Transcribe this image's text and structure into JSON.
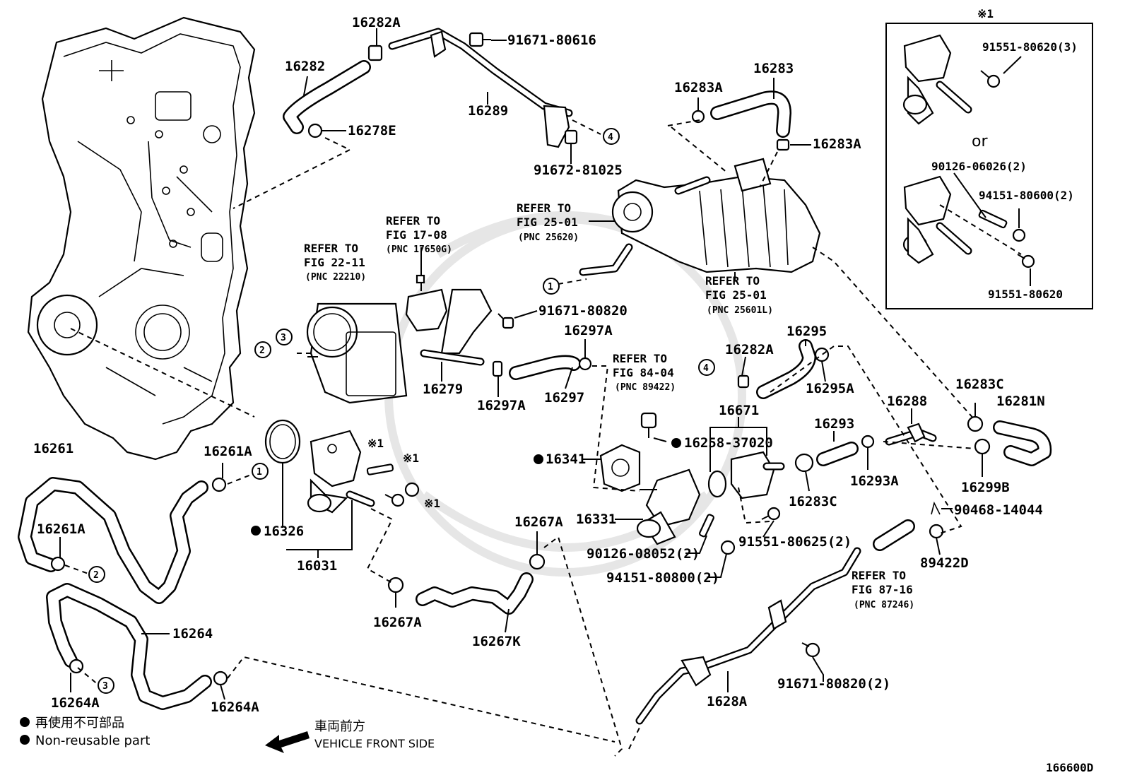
{
  "diagram_id": "166600D",
  "parts": {
    "p16282A": "16282A",
    "p91671_80616": "91671-80616",
    "p16282": "16282",
    "p16289": "16289",
    "p16278E": "16278E",
    "p91672_81025": "91672-81025",
    "p16283": "16283",
    "p16283A_top": "16283A",
    "p16283A_right": "16283A",
    "p16279": "16279",
    "p16297A_top": "16297A",
    "p16297A_bottom": "16297A",
    "p16297": "16297",
    "p91671_80820": "91671-80820",
    "p16282A_mid": "16282A",
    "p16295": "16295",
    "p16295A": "16295A",
    "p16671": "16671",
    "p16293": "16293",
    "p16288": "16288",
    "p16283C_right": "16283C",
    "p16281N": "16281N",
    "p16258_37020": "16258-37020",
    "p16341": "16341",
    "p16293A": "16293A",
    "p16283C_mid": "16283C",
    "p16299B": "16299B",
    "p90468_14044": "90468-14044",
    "p89422D": "89422D",
    "p16331": "16331",
    "p90126_08052": "90126-08052(2)",
    "p91551_80625": "91551-80625(2)",
    "p94151_80800": "94151-80800(2)",
    "p16261": "16261",
    "p16261A_top": "16261A",
    "p16261A_left": "16261A",
    "p16326": "16326",
    "p16031": "16031",
    "p16267A_top": "16267A",
    "p16267A_bottom": "16267A",
    "p16267K": "16267K",
    "p16264": "16264",
    "p16264A_left": "16264A",
    "p16264A_right": "16264A",
    "p1628A": "1628A",
    "p91671_80820_2": "91671-80820(2)",
    "ins_91551_80620_3": "91551-80620(3)",
    "ins_90126_06026": "90126-06026(2)",
    "ins_94151_80600": "94151-80600(2)",
    "ins_91551_80620": "91551-80620"
  },
  "refs": {
    "fig17_l1": "REFER TO",
    "fig17_l2": "FIG 17-08",
    "fig17_pnc": "(PNC 17650G)",
    "fig22_l1": "REFER TO",
    "fig22_l2": "FIG 22-11",
    "fig22_pnc": "(PNC 22210)",
    "fig25a_l1": "REFER TO",
    "fig25a_l2": "FIG 25-01",
    "fig25a_pnc": "(PNC 25620)",
    "fig25b_l1": "REFER TO",
    "fig25b_l2": "FIG 25-01",
    "fig25b_pnc": "(PNC 25601L)",
    "fig84_l1": "REFER TO",
    "fig84_l2": "FIG 84-04",
    "fig84_pnc": "(PNC 89422)",
    "fig87_l1": "REFER TO",
    "fig87_l2": "FIG 87-16",
    "fig87_pnc": "(PNC 87246)"
  },
  "callouts": {
    "c1": "1",
    "c2": "2",
    "c3": "3",
    "c4": "4"
  },
  "marks": {
    "note": "※1",
    "or": "or"
  },
  "legend": {
    "jp": "再使用不可部品",
    "en": "Non-reusable part",
    "front_jp": "車両前方",
    "front_en": "VEHICLE FRONT SIDE"
  }
}
